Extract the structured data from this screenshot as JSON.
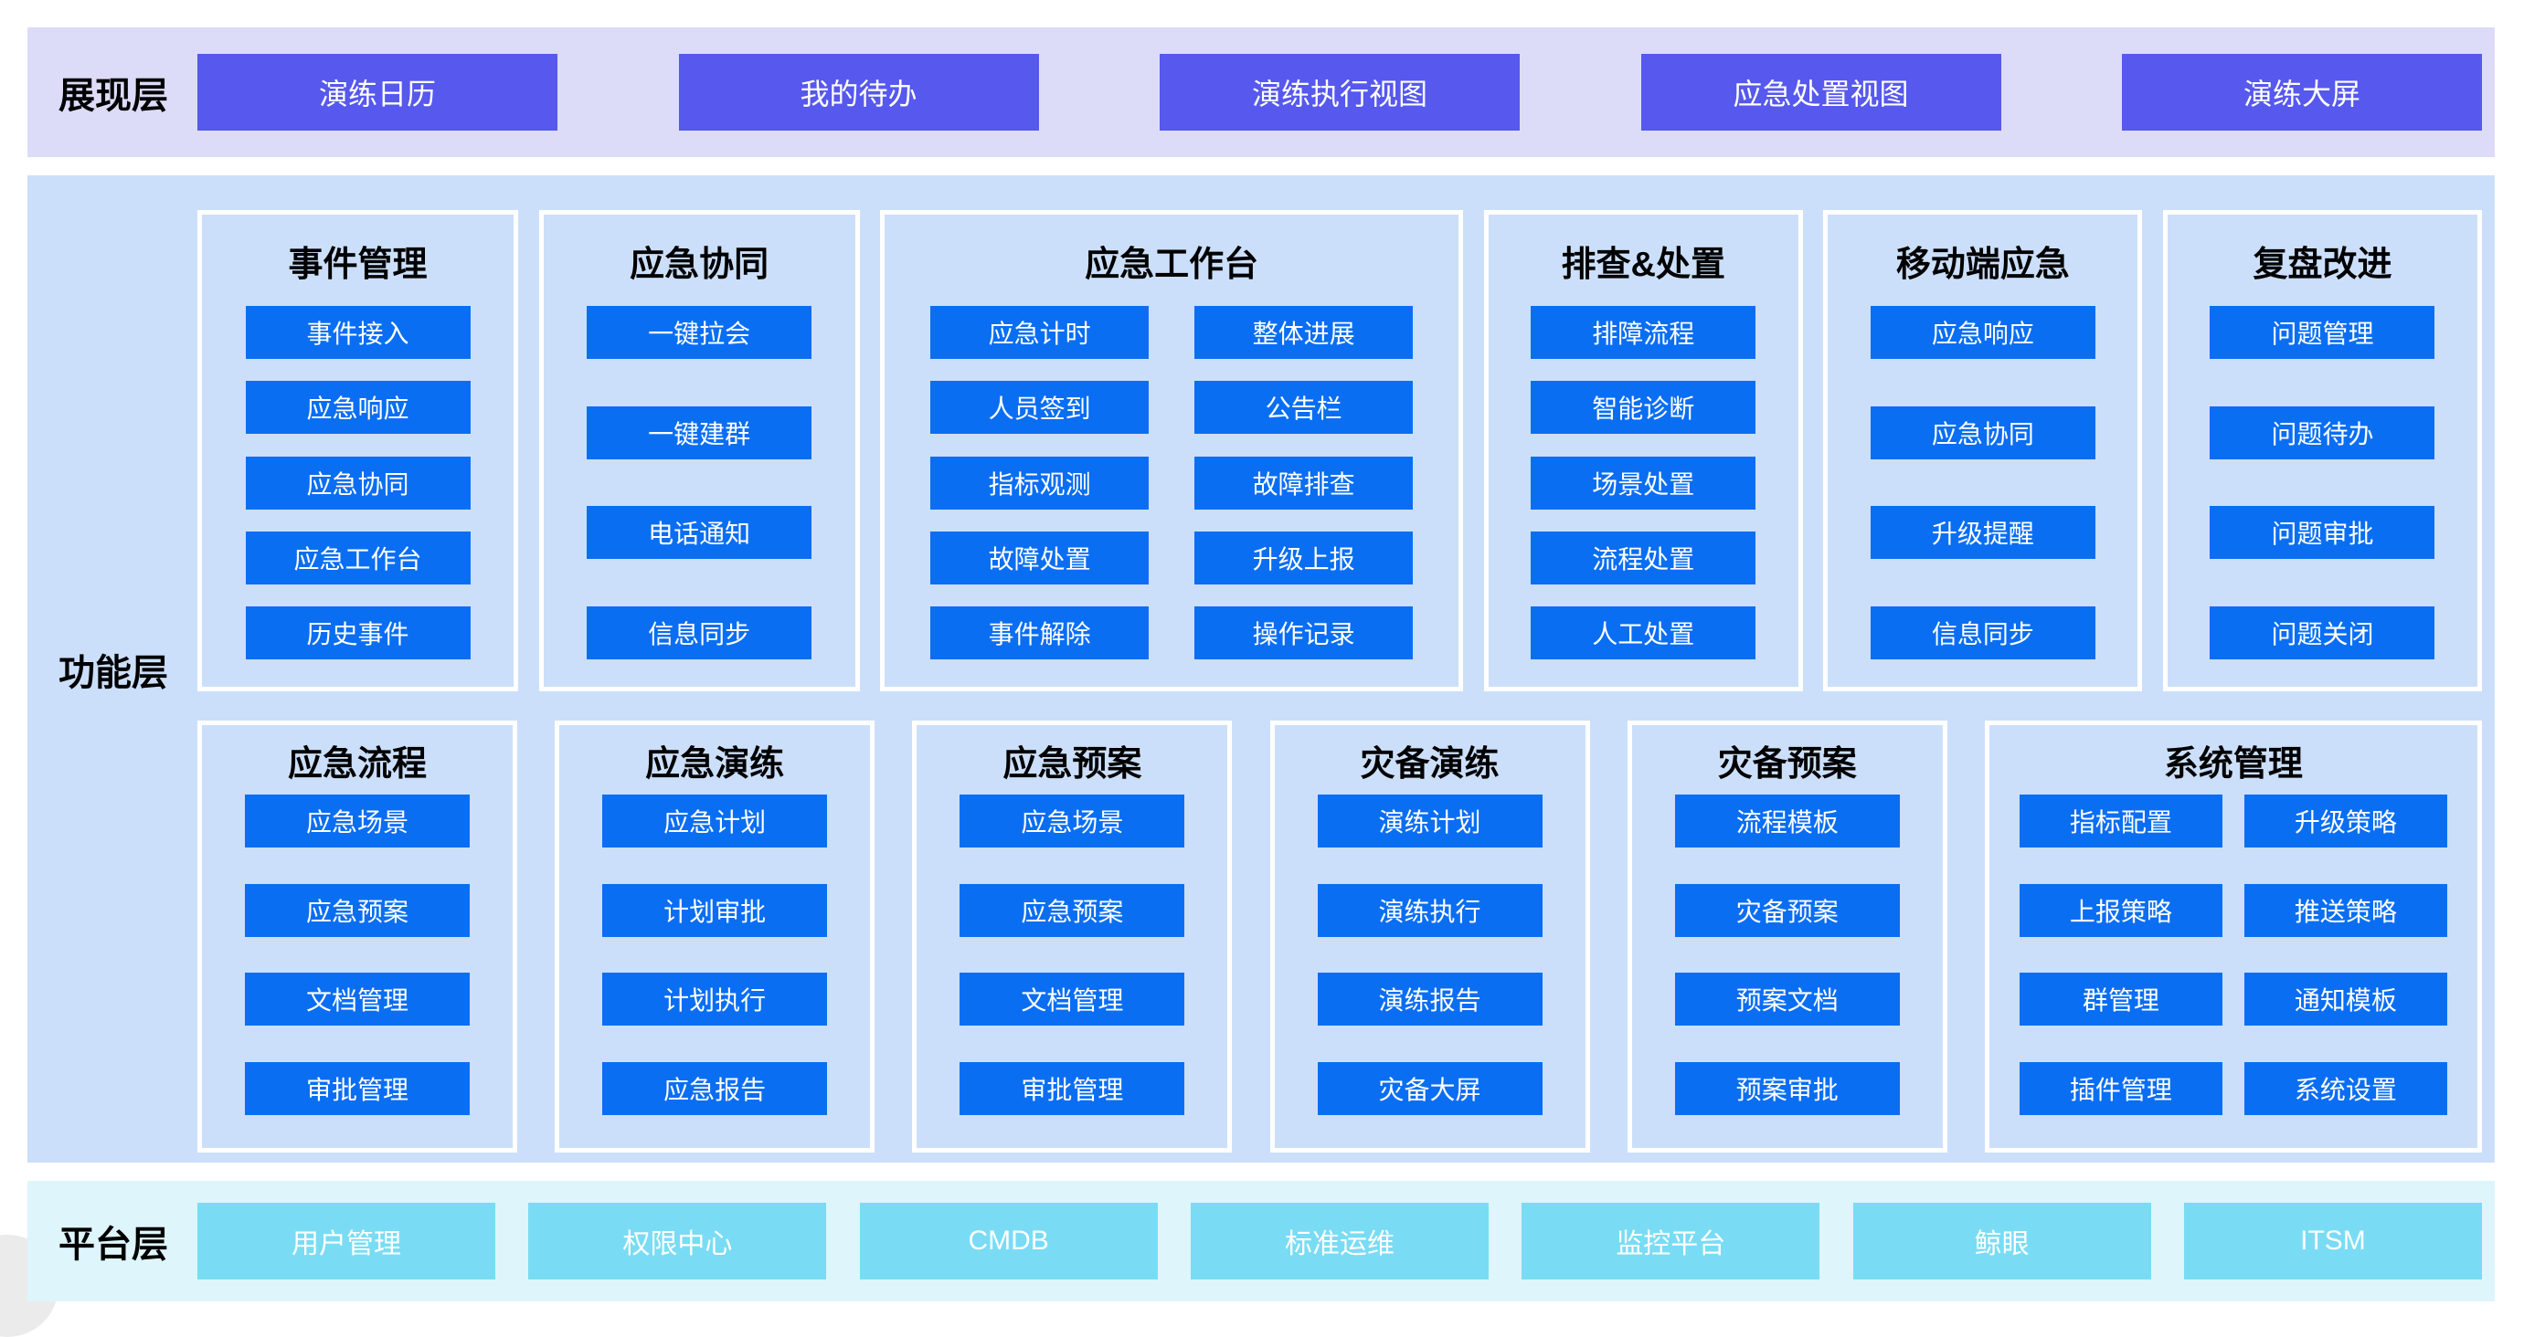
{
  "colors": {
    "presentation_band_bg": "#DCDCF8",
    "presentation_button_bg": "#5658EE",
    "function_band_bg": "#CCDFFA",
    "function_button_bg": "#0A6EF3",
    "platform_band_bg": "#DEF5FC",
    "platform_button_bg": "#79DCF4"
  },
  "presentation_layer": {
    "label": "展现层",
    "buttons": [
      "演练日历",
      "我的待办",
      "演练执行视图",
      "应急处置视图",
      "演练大屏"
    ]
  },
  "function_layer": {
    "label": "功能层",
    "row1": [
      {
        "title": "事件管理",
        "items": [
          "事件接入",
          "应急响应",
          "应急协同",
          "应急工作台",
          "历史事件"
        ]
      },
      {
        "title": "应急协同",
        "items": [
          "一键拉会",
          "一键建群",
          "电话通知",
          "信息同步"
        ]
      },
      {
        "title": "应急工作台",
        "items": [
          "应急计时",
          "整体进展",
          "人员签到",
          "公告栏",
          "指标观测",
          "故障排查",
          "故障处置",
          "升级上报",
          "事件解除",
          "操作记录"
        ]
      },
      {
        "title": "排查&处置",
        "items": [
          "排障流程",
          "智能诊断",
          "场景处置",
          "流程处置",
          "人工处置"
        ]
      },
      {
        "title": "移动端应急",
        "items": [
          "应急响应",
          "应急协同",
          "升级提醒",
          "信息同步"
        ]
      },
      {
        "title": "复盘改进",
        "items": [
          "问题管理",
          "问题待办",
          "问题审批",
          "问题关闭"
        ]
      }
    ],
    "row2": [
      {
        "title": "应急流程",
        "items": [
          "应急场景",
          "应急预案",
          "文档管理",
          "审批管理"
        ]
      },
      {
        "title": "应急演练",
        "items": [
          "应急计划",
          "计划审批",
          "计划执行",
          "应急报告"
        ]
      },
      {
        "title": "应急预案",
        "items": [
          "应急场景",
          "应急预案",
          "文档管理",
          "审批管理"
        ]
      },
      {
        "title": "灾备演练",
        "items": [
          "演练计划",
          "演练执行",
          "演练报告",
          "灾备大屏"
        ]
      },
      {
        "title": "灾备预案",
        "items": [
          "流程模板",
          "灾备预案",
          "预案文档",
          "预案审批"
        ]
      },
      {
        "title": "系统管理",
        "items": [
          "指标配置",
          "升级策略",
          "上报策略",
          "推送策略",
          "群管理",
          "通知模板",
          "插件管理",
          "系统设置"
        ]
      }
    ]
  },
  "platform_layer": {
    "label": "平台层",
    "buttons": [
      "用户管理",
      "权限中心",
      "CMDB",
      "标准运维",
      "监控平台",
      "鲸眼",
      "ITSM"
    ]
  }
}
